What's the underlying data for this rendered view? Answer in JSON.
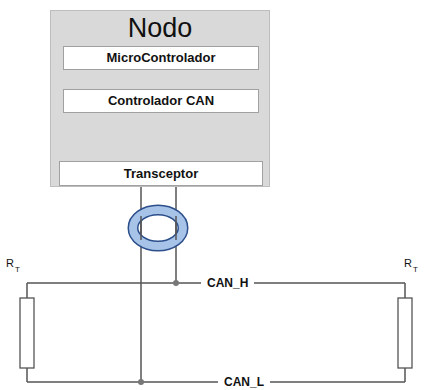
{
  "diagram": {
    "nodes": [
      {
        "text": [
          "Nodo"
        ]
      },
      {
        "text": [
          "MicroControlador"
        ],
        "in": 0
      },
      {
        "text": [
          "Controlador CAN"
        ],
        "in": 0
      },
      {
        "text": [
          "Transceptor"
        ],
        "in": 0
      }
    ],
    "labels": [
      "CAN_H",
      "CAN_L",
      "R",
      "T",
      "R",
      "T"
    ]
  }
}
